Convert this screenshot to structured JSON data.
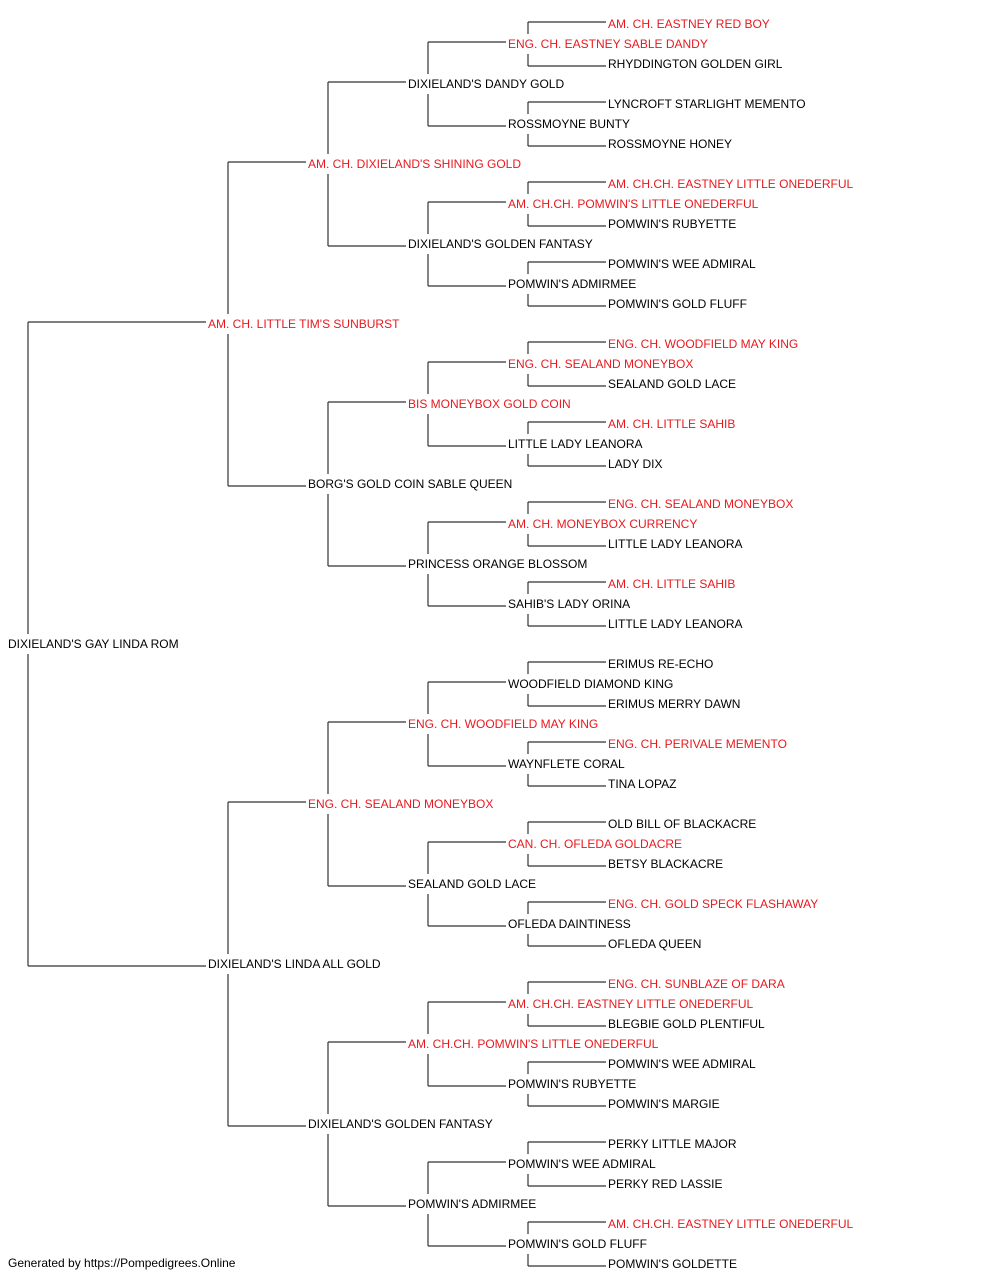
{
  "colors": {
    "champion": "#e8191e",
    "normal": "#000000",
    "line": "#333333"
  },
  "footer": "Generated by https://Pompedigrees.Online",
  "pedigree": {
    "name": "DIXIELAND'S GAY LINDA ROM",
    "champion": false,
    "sire": {
      "name": "AM. CH. LITTLE TIM'S SUNBURST",
      "champion": true,
      "sire": {
        "name": "AM. CH. DIXIELAND'S SHINING GOLD",
        "champion": true,
        "sire": {
          "name": "DIXIELAND'S DANDY GOLD",
          "champion": false,
          "sire": {
            "name": "ENG. CH. EASTNEY SABLE DANDY",
            "champion": true,
            "sire": {
              "name": "AM. CH. EASTNEY RED BOY",
              "champion": true
            },
            "dam": {
              "name": "RHYDDINGTON GOLDEN GIRL",
              "champion": false
            }
          },
          "dam": {
            "name": "ROSSMOYNE BUNTY",
            "champion": false,
            "sire": {
              "name": "LYNCROFT STARLIGHT MEMENTO",
              "champion": false
            },
            "dam": {
              "name": "ROSSMOYNE HONEY",
              "champion": false
            }
          }
        },
        "dam": {
          "name": "DIXIELAND'S GOLDEN FANTASY",
          "champion": false,
          "sire": {
            "name": "AM. CH.CH. POMWIN'S LITTLE ONEDERFUL",
            "champion": true,
            "sire": {
              "name": "AM. CH.CH. EASTNEY LITTLE ONEDERFUL",
              "champion": true
            },
            "dam": {
              "name": "POMWIN'S RUBYETTE",
              "champion": false
            }
          },
          "dam": {
            "name": "POMWIN'S ADMIRMEE",
            "champion": false,
            "sire": {
              "name": "POMWIN'S WEE ADMIRAL",
              "champion": false
            },
            "dam": {
              "name": "POMWIN'S GOLD FLUFF",
              "champion": false
            }
          }
        }
      },
      "dam": {
        "name": "BORG'S GOLD COIN SABLE QUEEN",
        "champion": false,
        "sire": {
          "name": "BIS MONEYBOX GOLD COIN",
          "champion": true,
          "sire": {
            "name": "ENG. CH. SEALAND MONEYBOX",
            "champion": true,
            "sire": {
              "name": "ENG. CH. WOODFIELD MAY KING",
              "champion": true
            },
            "dam": {
              "name": "SEALAND GOLD LACE",
              "champion": false
            }
          },
          "dam": {
            "name": "LITTLE LADY LEANORA",
            "champion": false,
            "sire": {
              "name": "AM. CH. LITTLE SAHIB",
              "champion": true
            },
            "dam": {
              "name": "LADY DIX",
              "champion": false
            }
          }
        },
        "dam": {
          "name": "PRINCESS ORANGE BLOSSOM",
          "champion": false,
          "sire": {
            "name": "AM. CH. MONEYBOX CURRENCY",
            "champion": true,
            "sire": {
              "name": "ENG. CH. SEALAND MONEYBOX",
              "champion": true
            },
            "dam": {
              "name": "LITTLE LADY LEANORA",
              "champion": false
            }
          },
          "dam": {
            "name": "SAHIB'S LADY ORINA",
            "champion": false,
            "sire": {
              "name": "AM. CH. LITTLE SAHIB",
              "champion": true
            },
            "dam": {
              "name": "LITTLE LADY LEANORA",
              "champion": false
            }
          }
        }
      }
    },
    "dam": {
      "name": "DIXIELAND'S LINDA ALL GOLD",
      "champion": false,
      "sire": {
        "name": "ENG. CH. SEALAND MONEYBOX",
        "champion": true,
        "sire": {
          "name": "ENG. CH. WOODFIELD MAY KING",
          "champion": true,
          "sire": {
            "name": "WOODFIELD DIAMOND KING",
            "champion": false,
            "sire": {
              "name": "ERIMUS RE-ECHO",
              "champion": false
            },
            "dam": {
              "name": "ERIMUS MERRY DAWN",
              "champion": false
            }
          },
          "dam": {
            "name": "WAYNFLETE CORAL",
            "champion": false,
            "sire": {
              "name": "ENG. CH. PERIVALE MEMENTO",
              "champion": true
            },
            "dam": {
              "name": "TINA LOPAZ",
              "champion": false
            }
          }
        },
        "dam": {
          "name": "SEALAND GOLD LACE",
          "champion": false,
          "sire": {
            "name": "CAN. CH. OFLEDA GOLDACRE",
            "champion": true,
            "sire": {
              "name": "OLD BILL OF BLACKACRE",
              "champion": false
            },
            "dam": {
              "name": "BETSY BLACKACRE",
              "champion": false
            }
          },
          "dam": {
            "name": "OFLEDA DAINTINESS",
            "champion": false,
            "sire": {
              "name": "ENG. CH. GOLD SPECK FLASHAWAY",
              "champion": true
            },
            "dam": {
              "name": "OFLEDA QUEEN",
              "champion": false
            }
          }
        }
      },
      "dam": {
        "name": "DIXIELAND'S GOLDEN FANTASY",
        "champion": false,
        "sire": {
          "name": "AM. CH.CH. POMWIN'S LITTLE ONEDERFUL",
          "champion": true,
          "sire": {
            "name": "AM. CH.CH. EASTNEY LITTLE ONEDERFUL",
            "champion": true,
            "sire": {
              "name": "ENG. CH. SUNBLAZE OF DARA",
              "champion": true
            },
            "dam": {
              "name": "BLEGBIE GOLD PLENTIFUL",
              "champion": false
            }
          },
          "dam": {
            "name": "POMWIN'S RUBYETTE",
            "champion": false,
            "sire": {
              "name": "POMWIN'S WEE ADMIRAL",
              "champion": false
            },
            "dam": {
              "name": "POMWIN'S MARGIE",
              "champion": false
            }
          }
        },
        "dam": {
          "name": "POMWIN'S ADMIRMEE",
          "champion": false,
          "sire": {
            "name": "POMWIN'S WEE ADMIRAL",
            "champion": false,
            "sire": {
              "name": "PERKY LITTLE MAJOR",
              "champion": false
            },
            "dam": {
              "name": "PERKY RED LASSIE",
              "champion": false
            }
          },
          "dam": {
            "name": "POMWIN'S GOLD FLUFF",
            "champion": false,
            "sire": {
              "name": "AM. CH.CH. EASTNEY LITTLE ONEDERFUL",
              "champion": true
            },
            "dam": {
              "name": "POMWIN'S GOLDETTE",
              "champion": false
            }
          }
        }
      }
    }
  }
}
